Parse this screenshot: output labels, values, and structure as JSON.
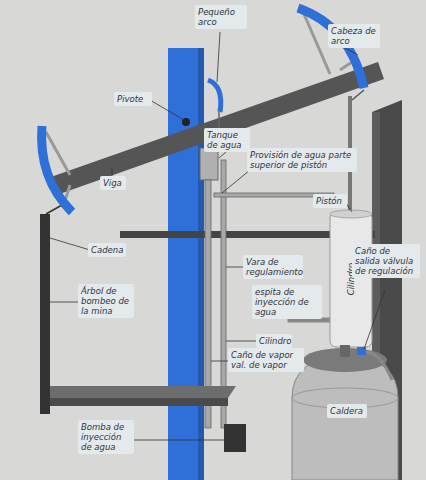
{
  "diagram": {
    "labels": [
      "Pequeño arco",
      "Cabeza de arco",
      "Pivote",
      "Tanque de agua",
      "Viga",
      "Provisión de agua parte superior de pistón",
      "Pistón",
      "Cadena",
      "Cilindro",
      "Vara de regulamiento",
      "espita de inyección de agua",
      "Caño de salida válvula de regulación",
      "Árbol de bombeo de la mina",
      "Cilindro",
      "Caño de vapor val. de vapor",
      "Caldera",
      "Bomba de inyección de agua"
    ]
  }
}
